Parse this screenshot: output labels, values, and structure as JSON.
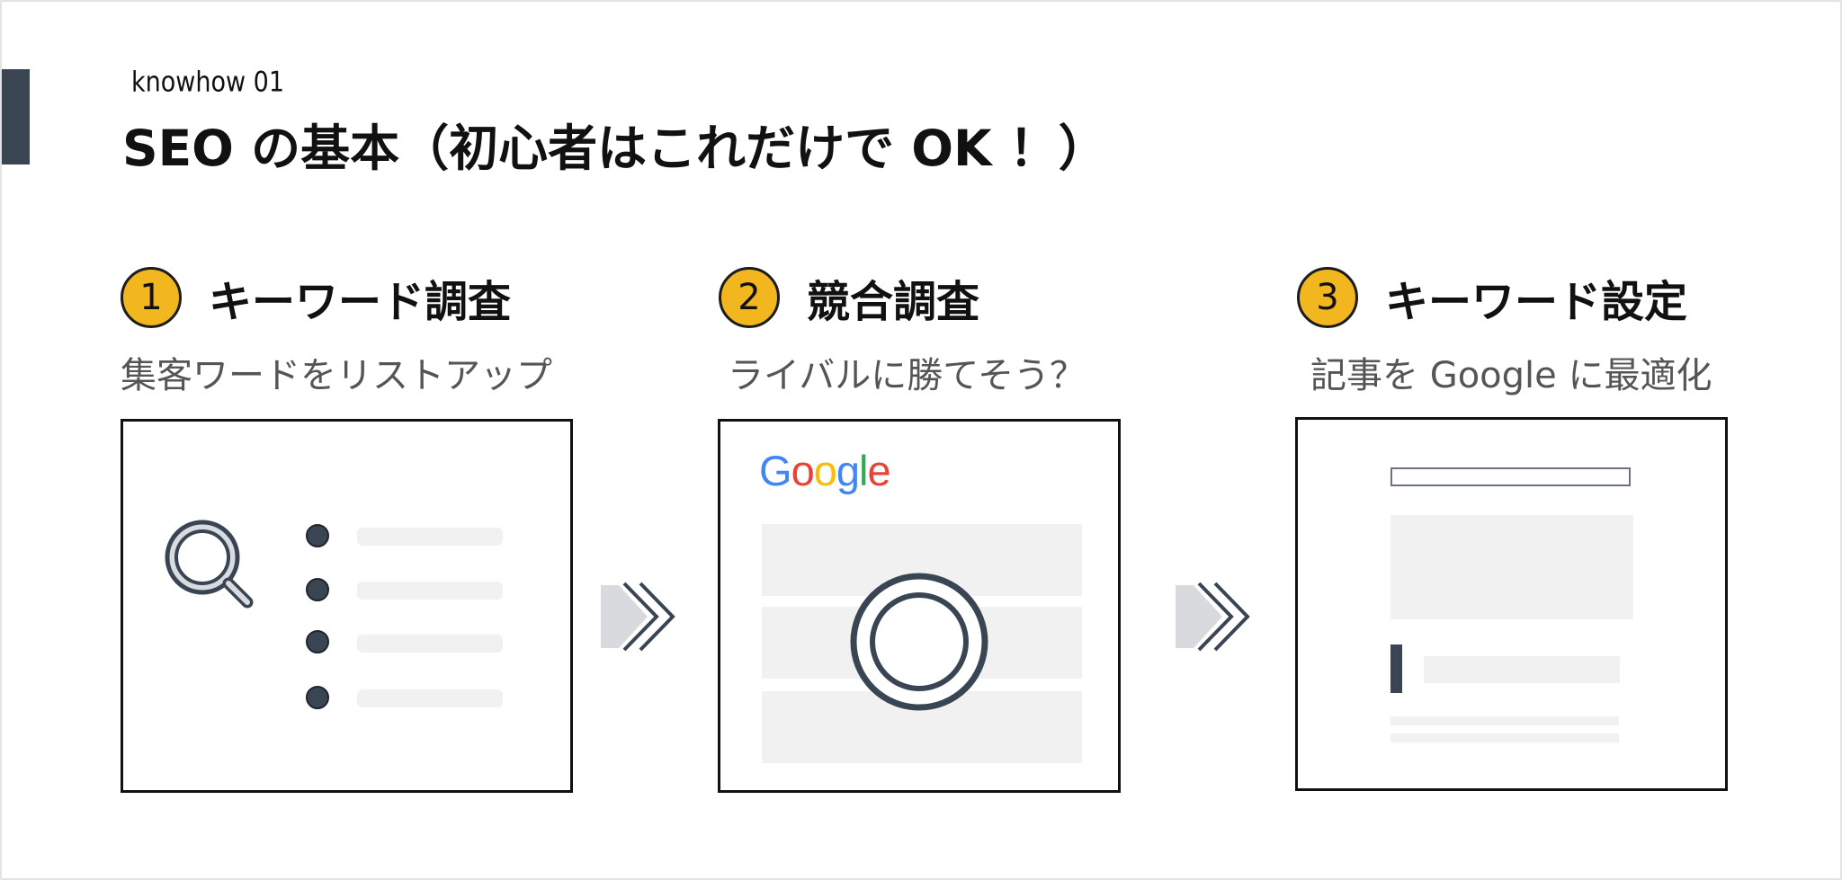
{
  "header": {
    "kicker": "knowhow 01",
    "title": "SEO の基本（初心者はこれだけで OK ！）"
  },
  "steps": [
    {
      "number": "1",
      "title": "キーワード調査",
      "subtitle": "集客ワードをリストアップ"
    },
    {
      "number": "2",
      "title": "競合調査",
      "subtitle": "ライバルに勝てそう？"
    },
    {
      "number": "3",
      "title": "キーワード設定",
      "subtitle": "記事を Google に最適化"
    }
  ],
  "google_logo": {
    "letters": [
      "G",
      "o",
      "o",
      "g",
      "l",
      "e"
    ],
    "colors": [
      "#4285F4",
      "#EA4335",
      "#FBBC05",
      "#4285F4",
      "#34A853",
      "#EA4335"
    ]
  },
  "colors": {
    "accent_navy": "#3a4554",
    "badge_yellow": "#f2b61f",
    "placeholder_gray": "#f1f1f1",
    "arrow_gray": "#d8dadd"
  },
  "icons": {
    "step1": "magnifier-icon",
    "step2": "target-circle-icon",
    "arrows": "double-chevron-right-icon"
  }
}
